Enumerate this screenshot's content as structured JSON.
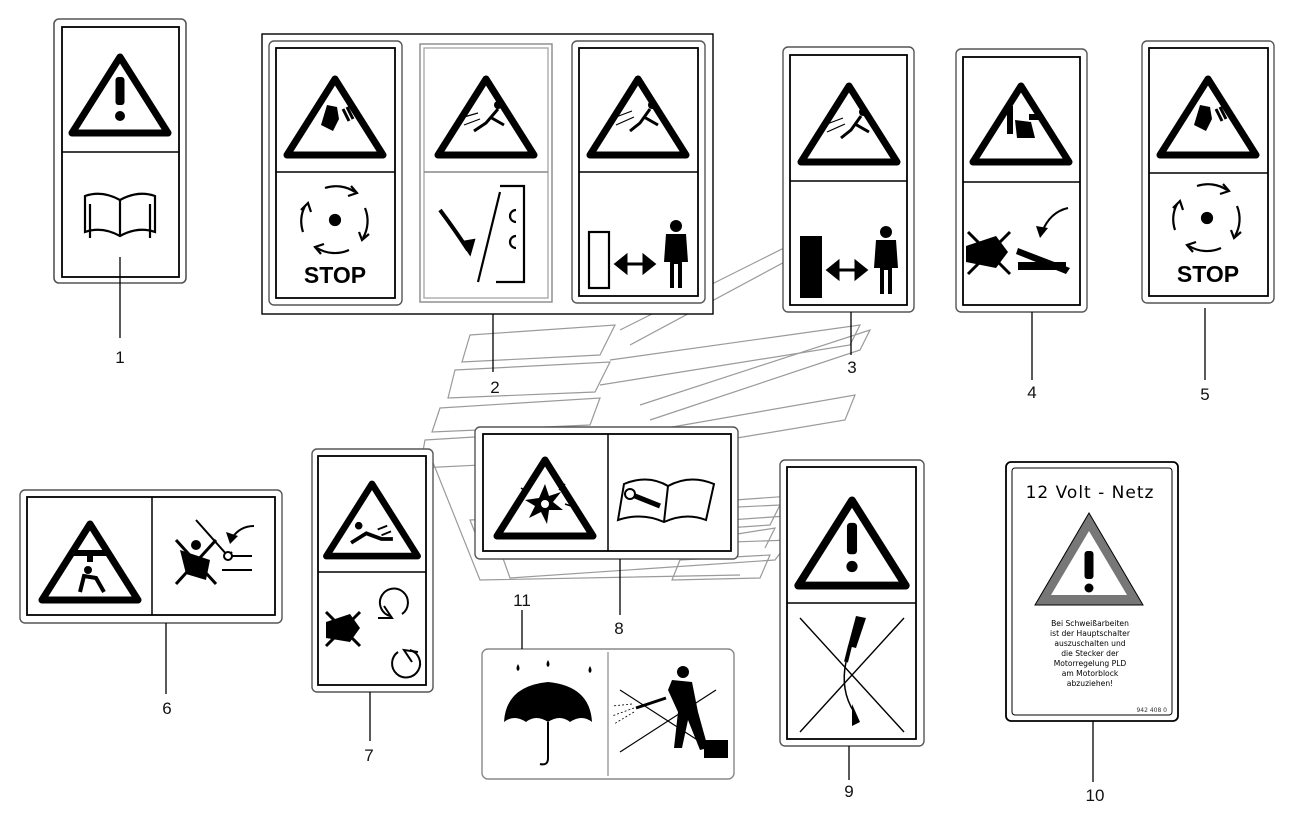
{
  "callouts": [
    "1",
    "2",
    "3",
    "4",
    "5",
    "6",
    "7",
    "8",
    "9",
    "10",
    "11"
  ],
  "stop_label": "STOP",
  "label10": {
    "title": "12 Volt - Netz",
    "lines": [
      "Bei Schweißarbeiten",
      "ist der Hauptschalter",
      "auszuschalten und",
      "die Stecker der",
      "Motorregelung PLD",
      "am Motorblock",
      "abzuziehen!"
    ],
    "part_number": "942 408 0"
  },
  "colors": {
    "ink": "#000000",
    "frame": "#555555",
    "ghost": "#9a9a9a"
  }
}
